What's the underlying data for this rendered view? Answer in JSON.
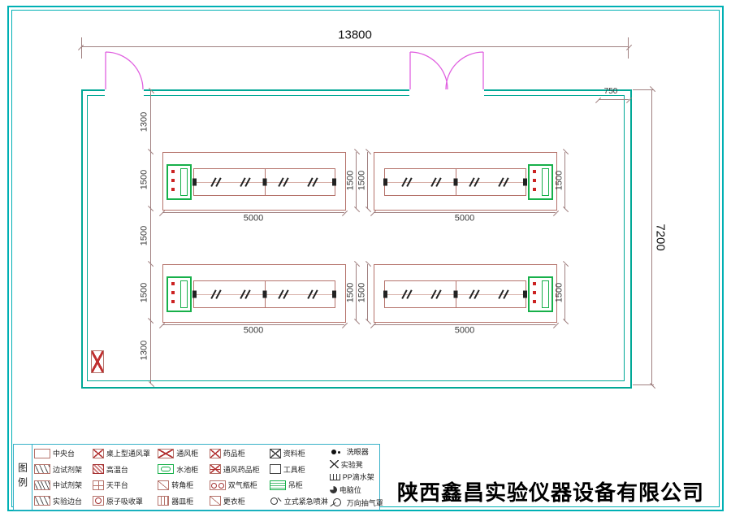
{
  "page": {
    "company_name": "陕西鑫昌实验仪器设备有限公司"
  },
  "dimensions": {
    "overall_width": "13800",
    "overall_depth": "7200",
    "corner_offset": "750",
    "bench_length": "5000",
    "bench_depth": "1500",
    "aisle_width": "1500",
    "end_clearance": "1300"
  },
  "legend": {
    "title": "图例",
    "columns": [
      {
        "items": [
          {
            "label": "中央台"
          },
          {
            "label": "边试剂架"
          },
          {
            "label": "中试剂架"
          },
          {
            "label": "实验边台"
          }
        ]
      },
      {
        "items": [
          {
            "label": "桌上型通风罩"
          },
          {
            "label": "高温台"
          },
          {
            "label": "天平台"
          },
          {
            "label": "原子吸收罩"
          }
        ]
      },
      {
        "items": [
          {
            "label": "通风柜"
          },
          {
            "label": "水池柜"
          },
          {
            "label": "转角柜"
          },
          {
            "label": "器皿柜"
          }
        ]
      },
      {
        "items": [
          {
            "label": "药品柜"
          },
          {
            "label": "通风药品柜"
          },
          {
            "label": "双气瓶柜"
          },
          {
            "label": "更衣柜"
          }
        ]
      },
      {
        "items": [
          {
            "label": "资料柜"
          },
          {
            "label": "工具柜"
          },
          {
            "label": "吊柜"
          },
          {
            "label": "立式紧急喷淋"
          }
        ]
      },
      {
        "items": [
          {
            "label": "洗眼器"
          },
          {
            "label": "实验凳"
          },
          {
            "label": "PP滴水架"
          },
          {
            "label": "电脑位"
          },
          {
            "label": "万向抽气罩"
          }
        ]
      }
    ]
  },
  "colors": {
    "frame": "#00b0b4",
    "wall": "#00a896",
    "door": "#e060e0",
    "bench_outline": "#b5736b",
    "cabinet_green": "#17b04a",
    "dimension_line": "#a08080"
  }
}
